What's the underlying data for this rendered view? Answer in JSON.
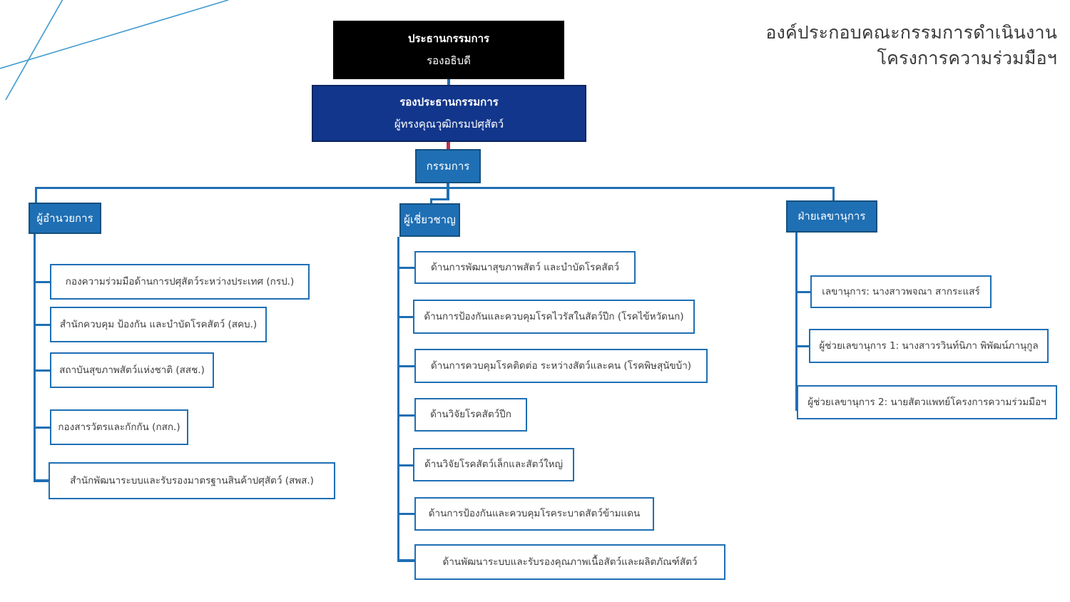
{
  "title": {
    "line1": "องค์ประกอบคณะกรรมการดำเนินงาน",
    "line2": "โครงการความร่วมมือฯ"
  },
  "colors": {
    "black": "#000000",
    "navy": "#12368C",
    "blue": "#1F6FB4",
    "white_box_border": "#1F6FB4",
    "connector": "#1F6FB4",
    "red_connector": "#C0304A",
    "title_text": "#3B3B3B",
    "decor_line": "#3F9BD0"
  },
  "top": {
    "chairman": {
      "role": "ประธานกรรมการ",
      "person": "รองอธิบดี"
    },
    "vice_chairman": {
      "role": "รองประธานกรรมการ",
      "person": "ผู้ทรงคุณวุฒิกรมปศุสัตว์"
    },
    "committee": {
      "label": "กรรมการ"
    }
  },
  "branches": [
    {
      "id": "director",
      "label": "ผู้อำนวยการ",
      "items": [
        "กองความร่วมมือด้านการปศุสัตว์ระหว่างประเทศ (กรป.)",
        "สำนักควบคุม ป้องกัน และบำบัดโรคสัตว์ (สคบ.)",
        "สถาบันสุขภาพสัตว์แห่งชาติ (สสช.)",
        "กองสารวัตรและกักกัน (กสก.)",
        "สำนักพัฒนาระบบและรับรองมาตรฐานสินค้าปศุสัตว์ (สพส.)"
      ]
    },
    {
      "id": "expert",
      "label": "ผู้เชี่ยวชาญ",
      "items": [
        "ด้านการพัฒนาสุขภาพสัตว์ และบำบัดโรคสัตว์",
        "ด้านการป้องกันและควบคุมโรคไวรัสในสัตว์ปีก (โรคไข้หวัดนก)",
        "ด้านการควบคุมโรคติดต่อ ระหว่างสัตว์และคน (โรคพิษสุนัขบ้า)",
        "ด้านวิจัยโรคสัตว์ปีก",
        "ด้านวิจัยโรคสัตว์เล็กและสัตว์ใหญ่",
        "ด้านการป้องกันและควบคุมโรคระบาดสัตว์ข้ามแดน",
        "ด้านพัฒนาระบบและรับรองคุณภาพเนื้อสัตว์และผลิตภัณฑ์สัตว์"
      ]
    },
    {
      "id": "secretariat",
      "label": "ฝ่ายเลขานุการ",
      "items": [
        "เลขานุการ: นางสาวพจณา สากระแสร์",
        "ผู้ช่วยเลขานุการ 1: นางสาวรวินท์นิภา พิพัฒน์ภานุกูล",
        "ผู้ช่วยเลขานุการ 2: นายสัตวแพทย์โครงการความร่วมมือฯ"
      ]
    }
  ]
}
